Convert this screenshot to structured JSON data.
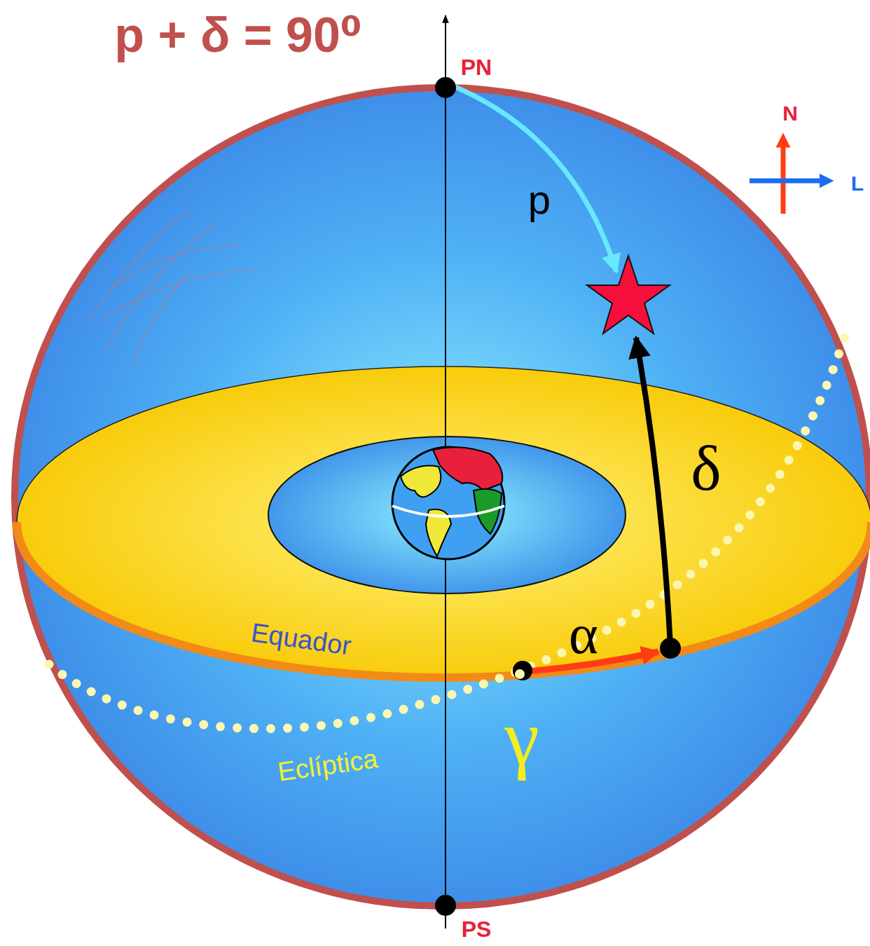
{
  "diagram": {
    "title": "p + δ = 90⁰",
    "labels": [
      "PN",
      "PS",
      "N",
      "L",
      "p",
      "δ",
      "α",
      "γ",
      "Equador",
      "Eclíptica"
    ]
  }
}
